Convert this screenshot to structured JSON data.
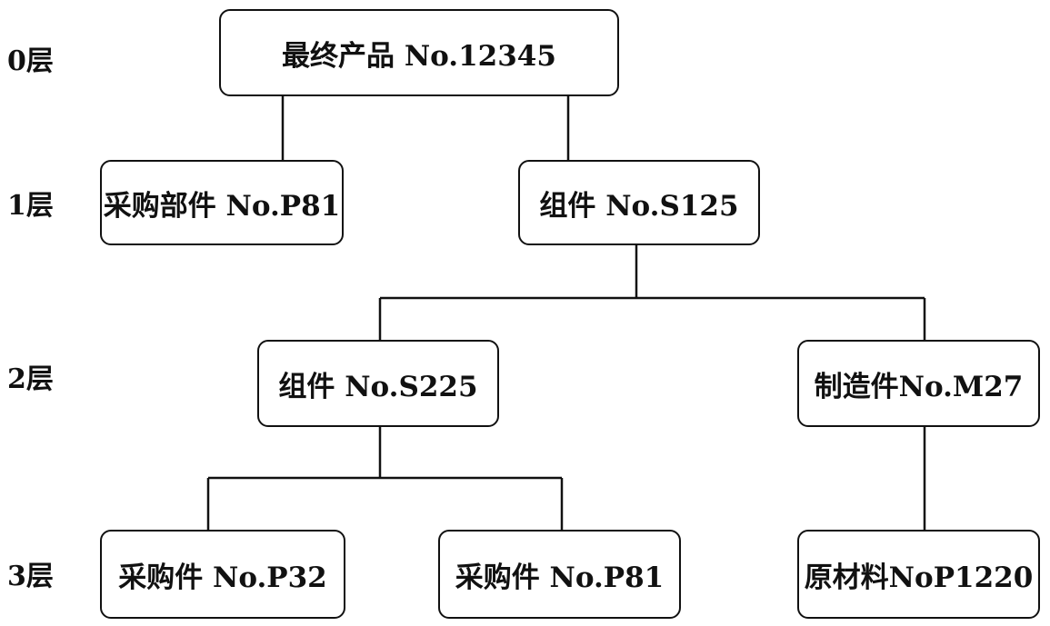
{
  "levels": [
    "0层",
    "1层",
    "2层",
    "3层"
  ],
  "nodes": {
    "root": "最终产品 No.12345",
    "purchased_part_p81": "采购部件 No.P81",
    "assembly_s125": "组件 No.S125",
    "assembly_s225": "组件 No.S225",
    "manufactured_m27": "制造件No.M27",
    "purchased_p32": "采购件 No.P32",
    "purchased_p81": "采购件 No.P81",
    "raw_material_p1220": "原材料NoP1220"
  },
  "colors": {
    "line": "#111111",
    "box_border": "#111111",
    "background": "#ffffff"
  }
}
